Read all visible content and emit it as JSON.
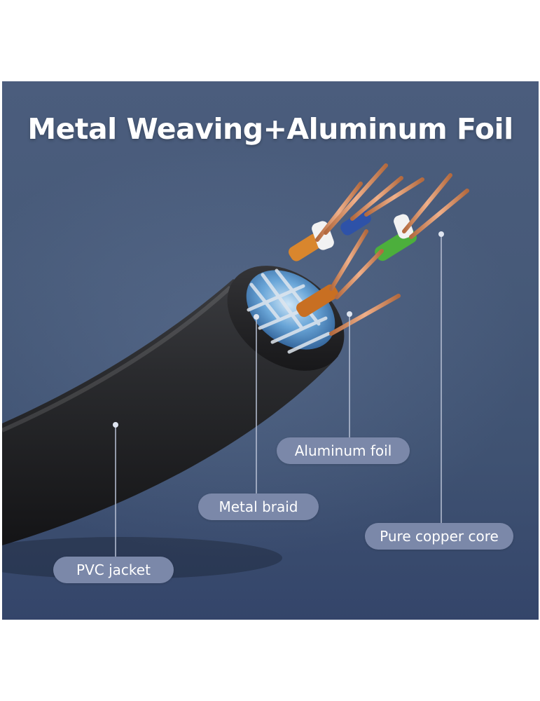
{
  "headline": "Metal Weaving+Aluminum Foil",
  "labels": {
    "aluminum_foil": "Aluminum foil",
    "metal_braid": "Metal braid",
    "pure_copper_core": "Pure copper core",
    "pvc_jacket": "PVC jacket"
  },
  "colors": {
    "background": "#45587a",
    "jacket": "#1c1c1e",
    "label_pill": "#7b88a9",
    "copper": "#d98a5c",
    "orange_insulation": "#d9862d",
    "green_insulation": "#4caf3c",
    "blue_insulation": "#2e52a8",
    "foil": "#6aa6d8"
  }
}
